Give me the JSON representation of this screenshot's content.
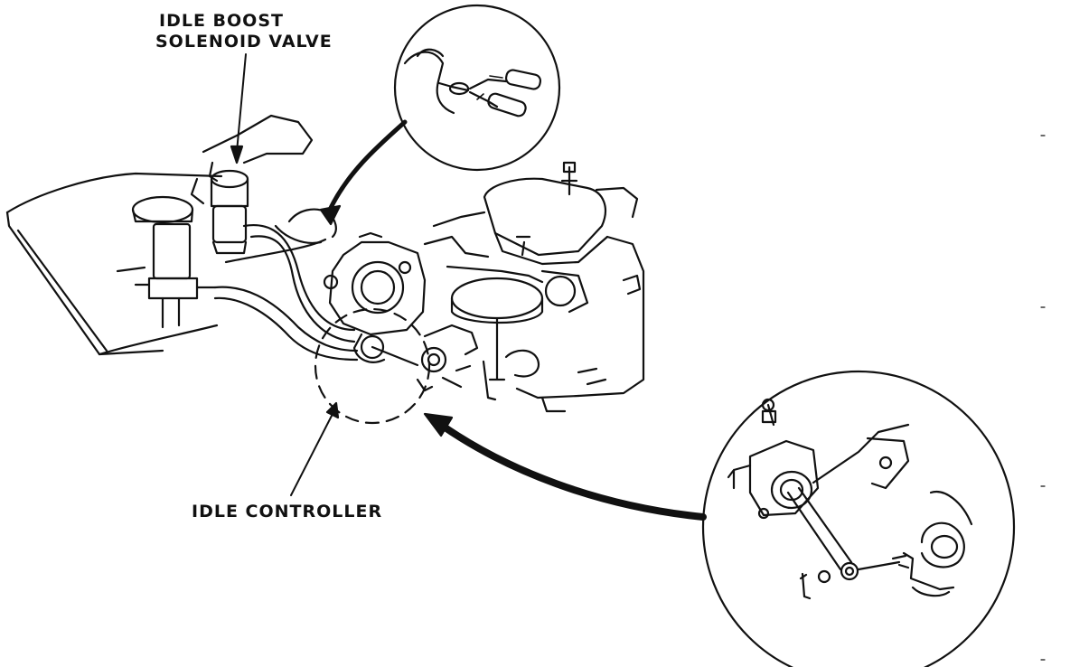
{
  "labels": {
    "solenoid_line1": "IDLE BOOST",
    "solenoid_line2": "SOLENOID VALVE",
    "idle_controller": "IDLE CONTROLLER"
  },
  "colors": {
    "ink": "#111111",
    "paper": "#ffffff"
  }
}
